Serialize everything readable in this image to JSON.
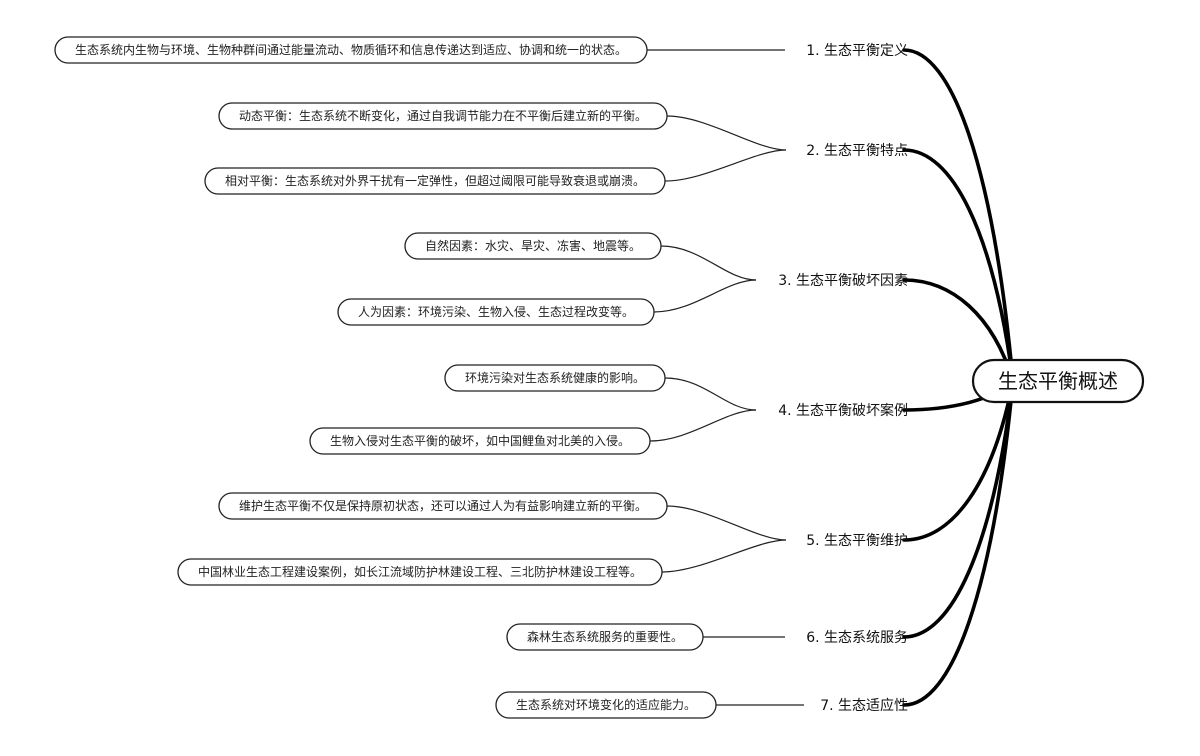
{
  "mindmap": {
    "root": "生态平衡概述",
    "branches": [
      {
        "label": "1. 生态平衡定义",
        "leaves": [
          "生态系统内生物与环境、生物种群间通过能量流动、物质循环和信息传递达到适应、协调和统一的状态。"
        ]
      },
      {
        "label": "2. 生态平衡特点",
        "leaves": [
          "动态平衡：生态系统不断变化，通过自我调节能力在不平衡后建立新的平衡。",
          "相对平衡：生态系统对外界干扰有一定弹性，但超过阈限可能导致衰退或崩溃。"
        ]
      },
      {
        "label": "3. 生态平衡破坏因素",
        "leaves": [
          "自然因素：水灾、旱灾、冻害、地震等。",
          "人为因素：环境污染、生物入侵、生态过程改变等。"
        ]
      },
      {
        "label": "4. 生态平衡破坏案例",
        "leaves": [
          "环境污染对生态系统健康的影响。",
          "生物入侵对生态平衡的破坏，如中国鲤鱼对北美的入侵。"
        ]
      },
      {
        "label": "5. 生态平衡维护",
        "leaves": [
          "维护生态平衡不仅是保持原初状态，还可以通过人为有益影响建立新的平衡。",
          "中国林业生态工程建设案例，如长江流域防护林建设工程、三北防护林建设工程等。"
        ]
      },
      {
        "label": "6. 生态系统服务",
        "leaves": [
          "森林生态系统服务的重要性。"
        ]
      },
      {
        "label": "7. 生态适应性",
        "leaves": [
          "生态系统对环境变化的适应能力。"
        ]
      }
    ]
  }
}
